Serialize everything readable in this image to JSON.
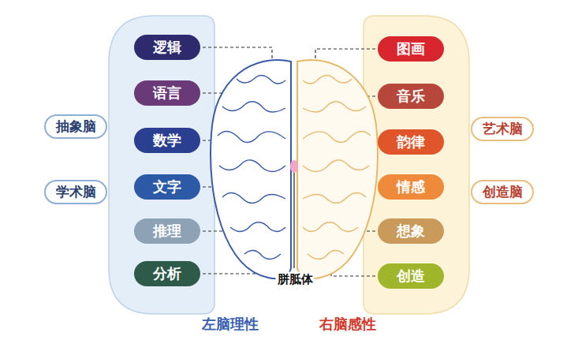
{
  "diagram": {
    "nodes": [
      {
        "text": [
          "抽象脑"
        ]
      },
      {
        "text": [
          "学术脑"
        ]
      },
      {
        "text": [
          "逻辑"
        ]
      },
      {
        "text": [
          "语言"
        ]
      },
      {
        "text": [
          "数学"
        ]
      },
      {
        "text": [
          "文字"
        ]
      },
      {
        "text": [
          "推理"
        ]
      },
      {
        "text": [
          "分析"
        ]
      },
      {
        "text": [
          "图画"
        ]
      },
      {
        "text": [
          "音乐"
        ]
      },
      {
        "text": [
          "韵律"
        ]
      },
      {
        "text": [
          "情感"
        ]
      },
      {
        "text": [
          "想象"
        ]
      },
      {
        "text": [
          "创造"
        ]
      },
      {
        "text": [
          "艺术脑"
        ]
      },
      {
        "text": [
          "创造脑"
        ]
      }
    ],
    "labels": [
      "胼胝体",
      "左脑理性",
      "右脑感性"
    ]
  }
}
